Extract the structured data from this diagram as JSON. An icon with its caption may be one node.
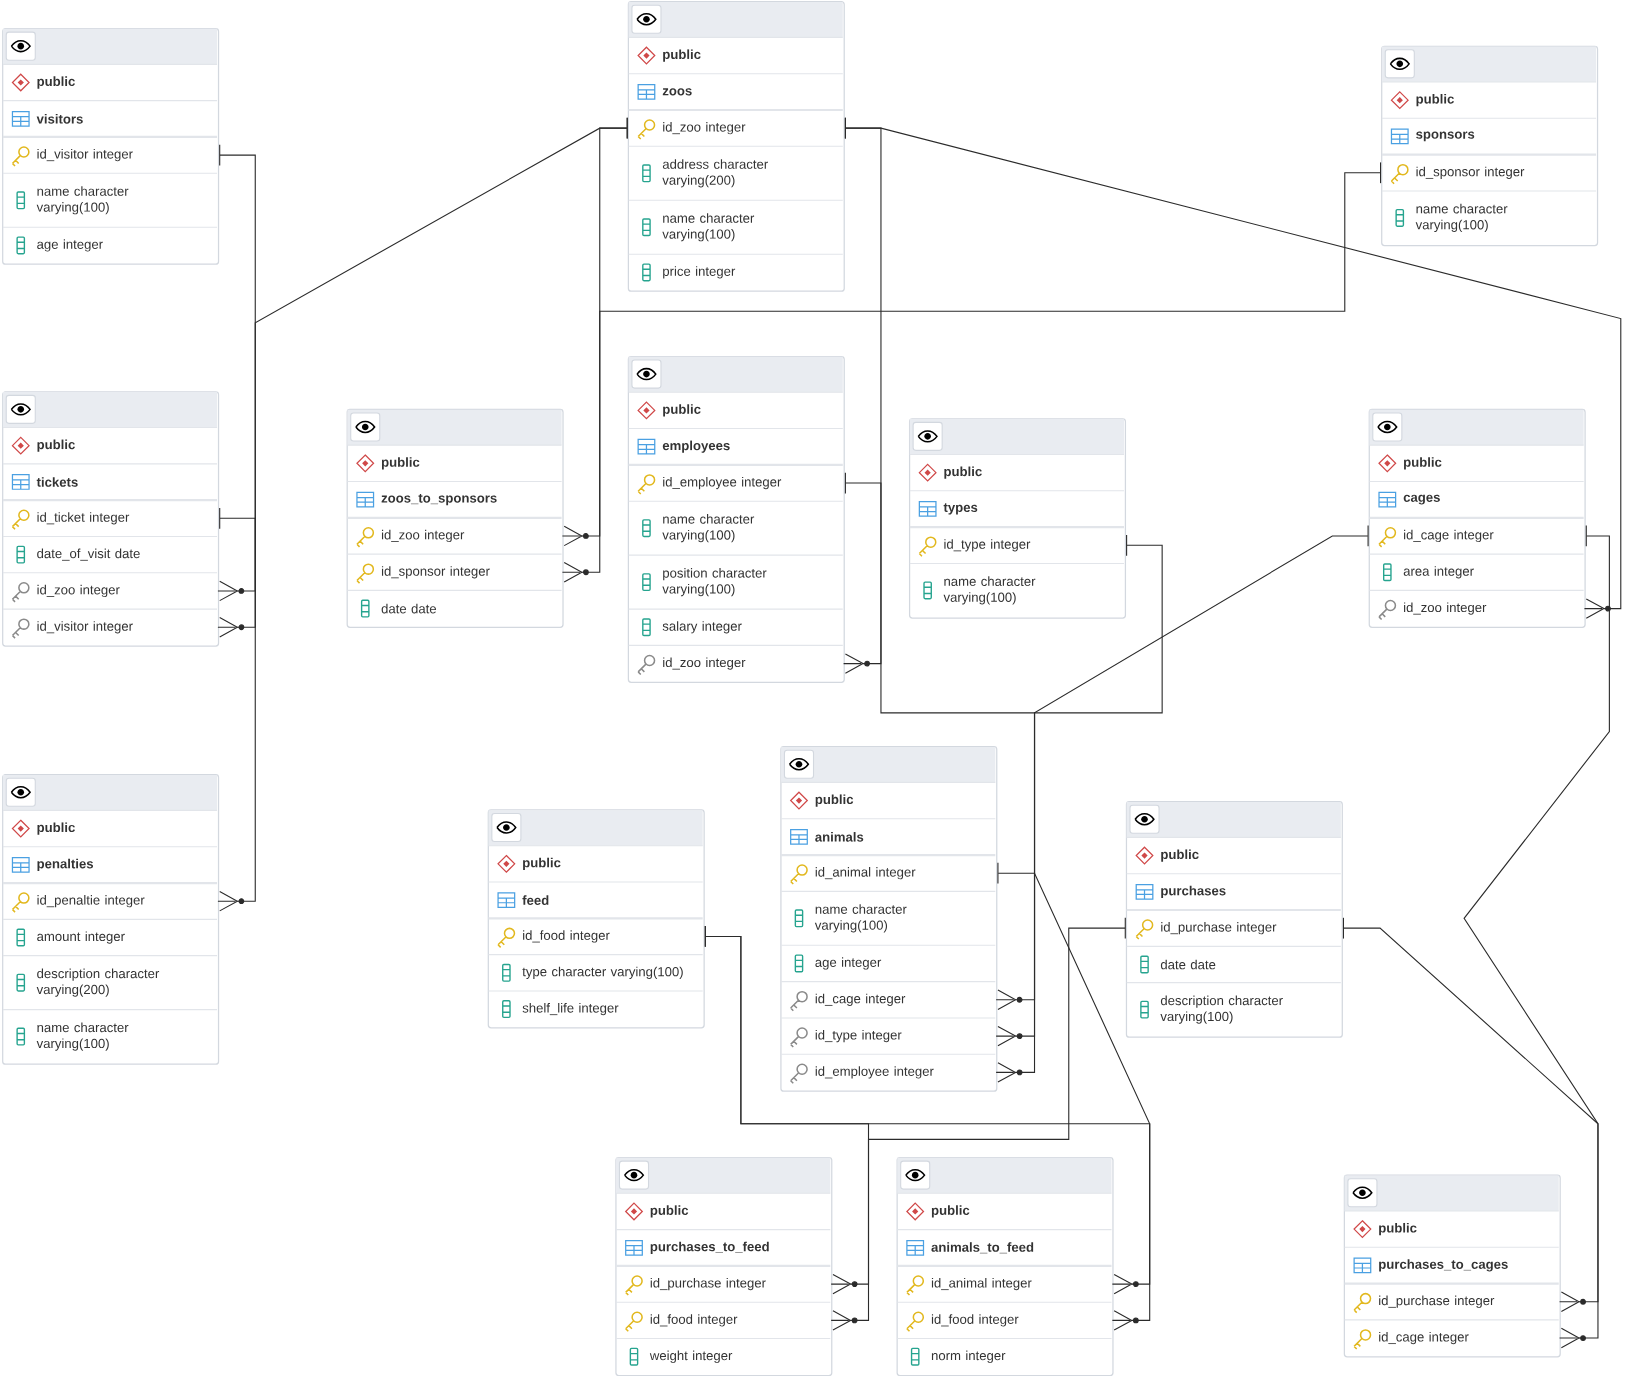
{
  "diagram": {
    "nodes": [
      {
        "text": [
          "public",
          "visitors",
          "id_visitor integer",
          "name character varying(100)",
          "age integer"
        ]
      },
      {
        "text": [
          "public",
          "zoos",
          "id_zoo integer",
          "address character varying(200)",
          "name character varying(100)",
          "price integer"
        ]
      },
      {
        "text": [
          "public",
          "sponsors",
          "id_sponsor integer",
          "name character varying(100)"
        ]
      },
      {
        "text": [
          "public",
          "tickets",
          "id_ticket integer",
          "date_of_visit date",
          "id_zoo integer",
          "id_visitor integer"
        ]
      },
      {
        "text": [
          "public",
          "zoos_to_sponsors",
          "id_zoo integer",
          "id_sponsor integer",
          "date date"
        ]
      },
      {
        "text": [
          "public",
          "employees",
          "id_employee integer",
          "name character varying(100)",
          "position character varying(100)",
          "salary integer",
          "id_zoo integer"
        ]
      },
      {
        "text": [
          "public",
          "types",
          "id_type integer",
          "name character varying(100)"
        ]
      },
      {
        "text": [
          "public",
          "cages",
          "id_cage integer",
          "area integer",
          "id_zoo integer"
        ]
      },
      {
        "text": [
          "public",
          "penalties",
          "id_penaltie integer",
          "amount integer",
          "description character varying(200)",
          "name character varying(100)"
        ]
      },
      {
        "text": [
          "public",
          "feed",
          "id_food integer",
          "type character varying(100)",
          "shelf_life integer"
        ]
      },
      {
        "text": [
          "public",
          "animals",
          "id_animal integer",
          "name character varying(100)",
          "age integer",
          "id_cage integer",
          "id_type integer",
          "id_employee integer"
        ]
      },
      {
        "text": [
          "public",
          "purchases",
          "id_purchase integer",
          "date date",
          "description character varying(100)"
        ]
      },
      {
        "text": [
          "public",
          "purchases_to_feed",
          "id_purchase integer",
          "id_food integer",
          "weight integer"
        ]
      },
      {
        "text": [
          "public",
          "animals_to_feed",
          "id_animal integer",
          "id_food integer",
          "norm integer"
        ]
      },
      {
        "text": [
          "public",
          "purchases_to_cages",
          "id_purchase integer",
          "id_cage integer"
        ]
      }
    ],
    "edges": [
      {
        "from": 0,
        "to": 3,
        "arrow": "other"
      },
      {
        "from": 3,
        "to": 8,
        "arrow": "other"
      },
      {
        "from": 1,
        "to": 3,
        "arrow": "other"
      },
      {
        "from": 1,
        "to": 5,
        "arrow": "other"
      },
      {
        "from": 1,
        "to": 7,
        "arrow": "other"
      },
      {
        "from": 1,
        "to": 4,
        "arrow": "other"
      },
      {
        "from": 2,
        "to": 4,
        "arrow": "other"
      },
      {
        "from": 6,
        "to": 10,
        "arrow": "other"
      },
      {
        "from": 7,
        "to": 10,
        "arrow": "other"
      },
      {
        "from": 5,
        "to": 10,
        "arrow": "other"
      },
      {
        "from": 10,
        "to": 13,
        "arrow": "other"
      },
      {
        "from": 9,
        "to": 13,
        "arrow": "other"
      },
      {
        "from": 9,
        "to": 12,
        "arrow": "other"
      },
      {
        "from": 11,
        "to": 12,
        "arrow": "other"
      },
      {
        "from": 11,
        "to": 14,
        "arrow": "other"
      },
      {
        "from": 7,
        "to": 14,
        "arrow": "other"
      }
    ]
  }
}
